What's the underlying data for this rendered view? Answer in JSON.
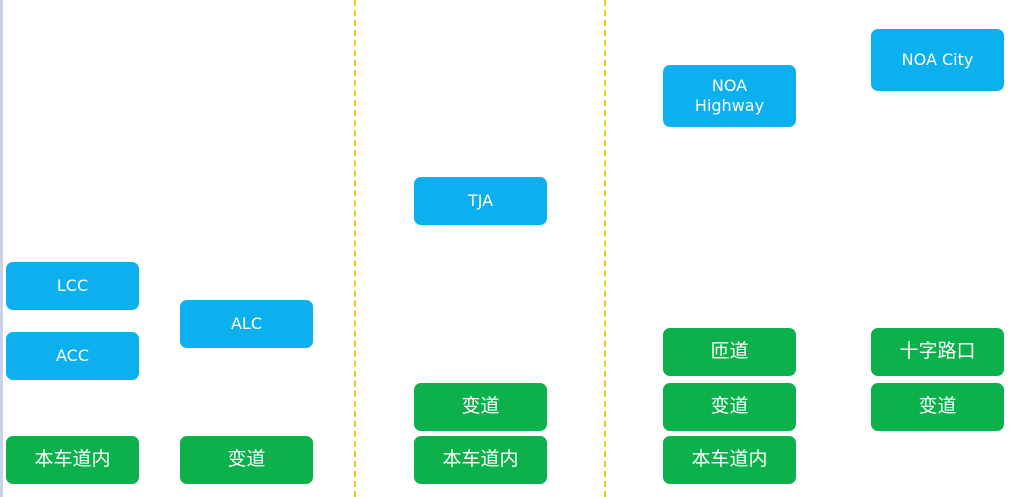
{
  "colors": {
    "feature": "#0db0ef",
    "scenario": "#0db14b",
    "divider": "#f2c811"
  },
  "sections": [
    {
      "features": [
        "LCC",
        "ACC",
        "ALC"
      ],
      "scenarios": [
        "本车道内",
        "变道"
      ]
    },
    {
      "features": [
        "TJA"
      ],
      "scenarios": [
        "变道",
        "本车道内"
      ]
    },
    {
      "features": [
        "NOA Highway",
        "NOA City"
      ],
      "scenarios": [
        "匝道",
        "变道",
        "本车道内",
        "十字路口",
        "变道"
      ]
    }
  ]
}
